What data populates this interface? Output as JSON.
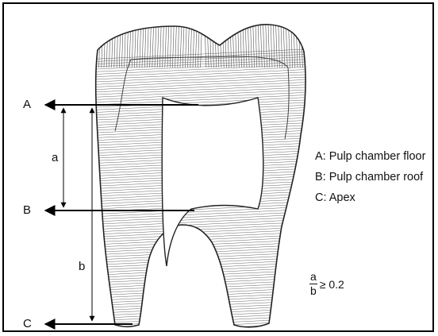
{
  "points": [
    {
      "id": "A",
      "label": "A"
    },
    {
      "id": "B",
      "label": "B"
    },
    {
      "id": "C",
      "label": "C"
    }
  ],
  "dimensions": {
    "a": "a",
    "b": "b"
  },
  "legend": [
    "A: Pulp chamber floor",
    "B: Pulp chamber roof",
    "C: Apex"
  ],
  "formula": {
    "numerator": "a",
    "denominator": "b",
    "relation": "≥ 0.2"
  }
}
